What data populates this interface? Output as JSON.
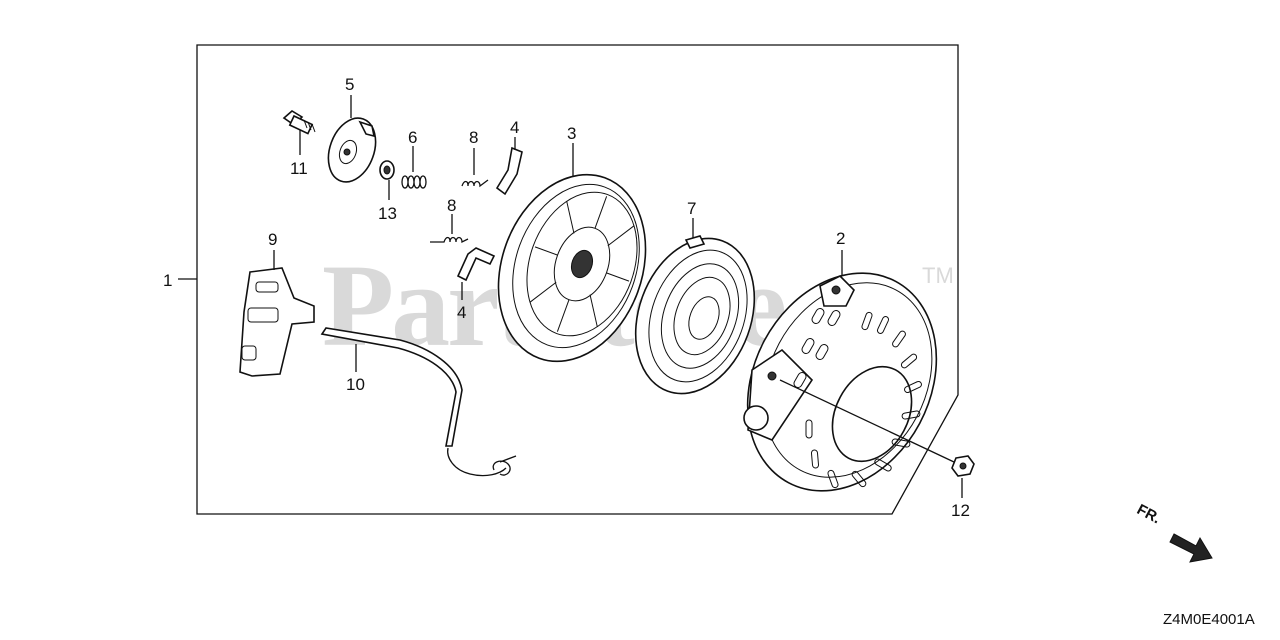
{
  "watermark": {
    "text": "PartStore",
    "trademark": "TM"
  },
  "callouts": [
    {
      "id": "c1",
      "label": "1"
    },
    {
      "id": "c2",
      "label": "2"
    },
    {
      "id": "c3",
      "label": "3"
    },
    {
      "id": "c4a",
      "label": "4"
    },
    {
      "id": "c4b",
      "label": "4"
    },
    {
      "id": "c5",
      "label": "5"
    },
    {
      "id": "c6",
      "label": "6"
    },
    {
      "id": "c7",
      "label": "7"
    },
    {
      "id": "c8a",
      "label": "8"
    },
    {
      "id": "c8b",
      "label": "8"
    },
    {
      "id": "c9",
      "label": "9"
    },
    {
      "id": "c10",
      "label": "10"
    },
    {
      "id": "c11",
      "label": "11"
    },
    {
      "id": "c12",
      "label": "12"
    },
    {
      "id": "c13",
      "label": "13"
    }
  ],
  "direction_indicator": {
    "label": "FR."
  },
  "diagram_code": "Z4M0E4001A"
}
